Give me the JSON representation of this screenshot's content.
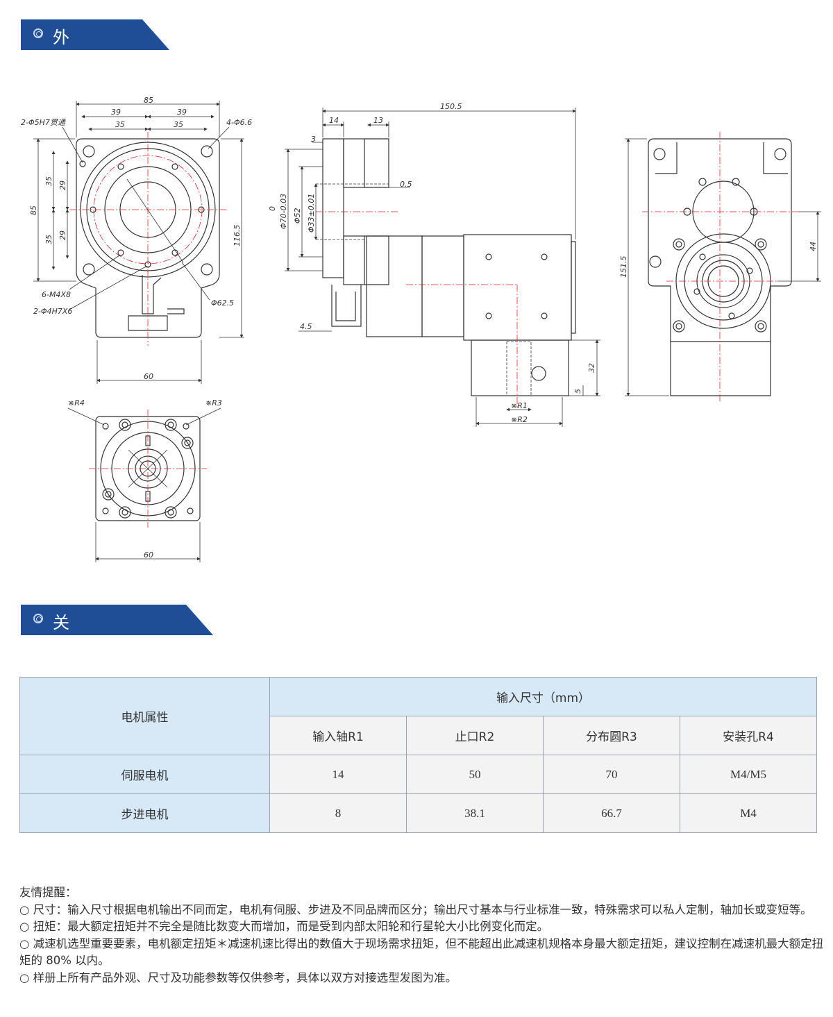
{
  "sections": {
    "outline_title": "外形尺寸",
    "connection_title": "关键连接尺寸"
  },
  "colors": {
    "header_blue": "#1f4e96",
    "table_blue": "#d7e9f7",
    "center_line": "#e8202a"
  },
  "drawings": {
    "front": {
      "dims": [
        "85",
        "39",
        "39",
        "35",
        "35",
        "85",
        "35",
        "29",
        "35",
        "29",
        "116.5",
        "60"
      ],
      "callouts": [
        "2-Φ5H7贯通",
        "4-Φ6.6",
        "6-M4X8",
        "2-Φ4H7X6",
        "Φ62.5"
      ]
    },
    "side": {
      "dims": [
        "150.5",
        "14",
        "13",
        "3",
        "0.5",
        "Φ70-0.03",
        "0",
        "Φ52",
        "Φ33±0.01",
        "4.5",
        "32",
        "5",
        "※R1",
        "※R2"
      ]
    },
    "right": {
      "dims": [
        "151.5",
        "44"
      ]
    },
    "input": {
      "dims": [
        "※R4",
        "※R3",
        "60"
      ]
    }
  },
  "table": {
    "row_header": "电机属性",
    "group_header": "输入尺寸（mm）",
    "columns": [
      "输入轴R1",
      "止口R2",
      "分布圆R3",
      "安装孔R4"
    ],
    "rows": [
      {
        "label": "伺服电机",
        "values": [
          "14",
          "50",
          "70",
          "M4/M5"
        ]
      },
      {
        "label": "步进电机",
        "values": [
          "8",
          "38.1",
          "66.7",
          "M4"
        ]
      }
    ]
  },
  "notes": {
    "title": "友情提醒：",
    "items": [
      "○ 尺寸：输入尺寸根据电机输出不同而定，电机有伺服、步进及不同品牌而区分；输出尺寸基本与行业标准一致，特殊需求可以私人定制，轴加长或变短等。",
      "○ 扭矩：最大额定扭矩并不完全是随比数变大而增加，而是受到内部太阳轮和行星轮大小比例变化而定。",
      "○ 减速机选型重要要素，电机额定扭矩＊减速机速比得出的数值大于现场需求扭矩，但不能超出此减速机规格本身最大额定扭矩，建议控制在减速机最大额定扭矩的 80% 以内。",
      "○ 样册上所有产品外观、尺寸及功能参数等仅供参考，具体以双方对接选型发图为准。"
    ]
  }
}
